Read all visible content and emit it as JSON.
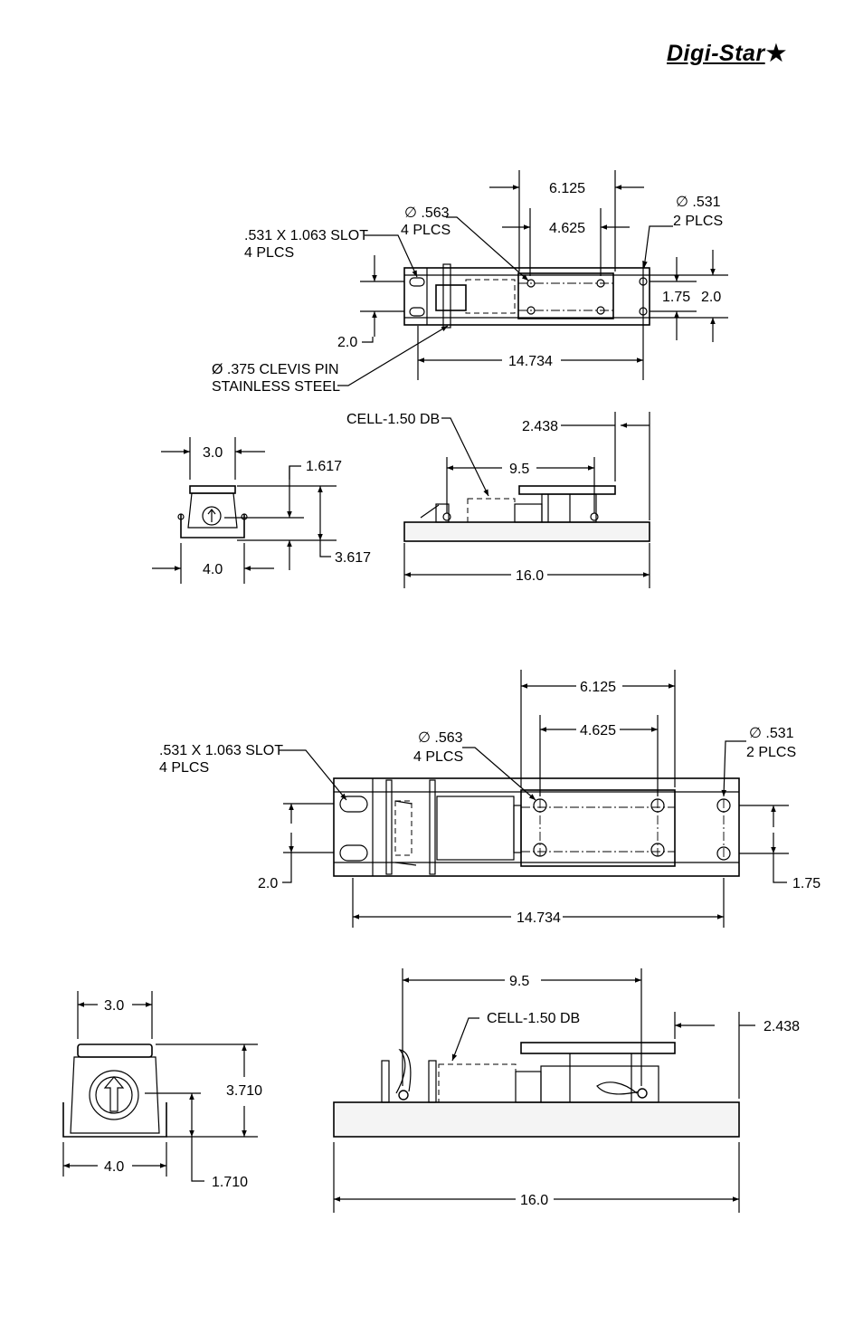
{
  "logo": {
    "text": "Digi-Star",
    "star": "★"
  },
  "upper": {
    "top_view": {
      "dim_bolt_outer": "6.125",
      "dim_bolt_inner": "4.625",
      "hole_563": "∅ .563",
      "hole_563_qty": "4 PLCS",
      "hole_531": "∅ .531",
      "hole_531_qty": "2 PLCS",
      "slot": ".531 X 1.063 SLOT",
      "slot_qty": "4 PLCS",
      "dim_175": "1.75",
      "dim_20_right": "2.0",
      "dim_20_left": "2.0",
      "dim_length": "14.734",
      "pin": "Ø .375 CLEVIS PIN",
      "pin_material": "STAINLESS STEEL"
    },
    "side_view": {
      "cell": "CELL-1.50 DB",
      "dim_2438": "2.438",
      "dim_95": "9.5",
      "dim_160": "16.0"
    },
    "end_view": {
      "dim_30": "3.0",
      "dim_40": "4.0",
      "dim_1617": "1.617",
      "dim_3617": "3.617"
    }
  },
  "lower": {
    "top_view": {
      "dim_bolt_outer": "6.125",
      "dim_bolt_inner": "4.625",
      "hole_563": "∅ .563",
      "hole_563_qty": "4 PLCS",
      "hole_531": "∅ .531",
      "hole_531_qty": "2 PLCS",
      "slot": ".531 X 1.063 SLOT",
      "slot_qty": "4 PLCS",
      "dim_20": "2.0",
      "dim_175": "1.75",
      "dim_length": "14.734"
    },
    "side_view": {
      "cell": "CELL-1.50 DB",
      "dim_95": "9.5",
      "dim_2438": "2.438",
      "dim_160": "16.0"
    },
    "end_view": {
      "dim_30": "3.0",
      "dim_40": "4.0",
      "dim_3710": "3.710",
      "dim_1710": "1.710"
    }
  }
}
